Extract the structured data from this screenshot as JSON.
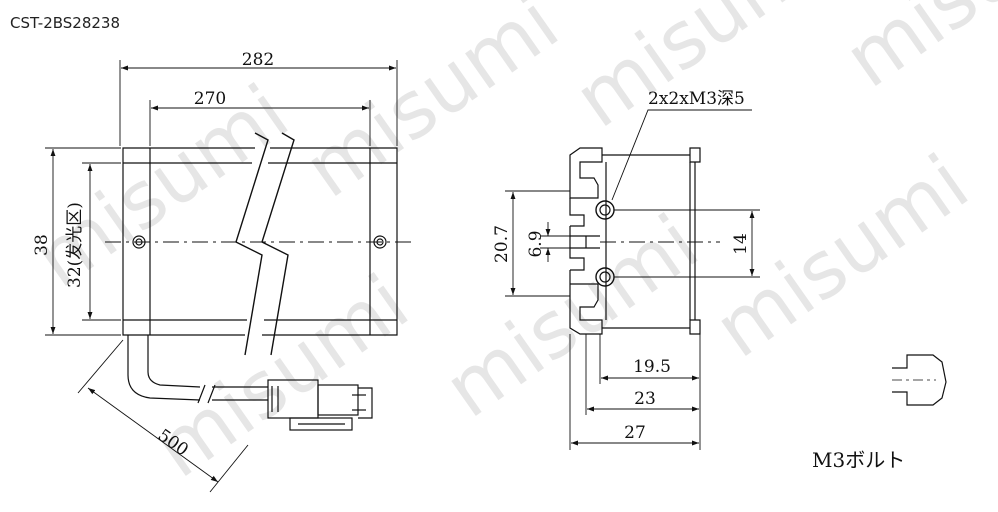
{
  "part_number": "CST-2BS28238",
  "watermark": "misumi",
  "dimensions": {
    "total_length": "282",
    "emit_length": "270",
    "height": "38",
    "emit_height": "32(发光区)",
    "cable_length": "500",
    "hole_pitch_outer": "20.7",
    "hole_pitch_inner": "6.9",
    "mount_pitch": "14",
    "depth_a": "19.5",
    "depth_b": "23",
    "depth_c": "27"
  },
  "callouts": {
    "tapped_holes": "2x2xM3深5",
    "bolt": "M3ボルト"
  }
}
